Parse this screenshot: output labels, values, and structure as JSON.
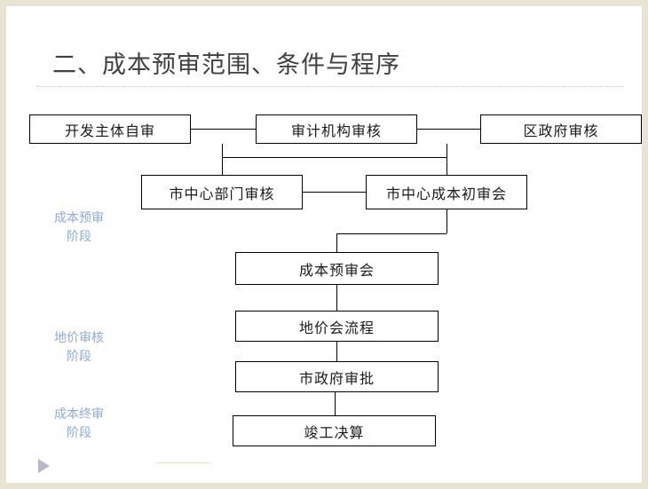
{
  "slide": {
    "title": "二、成本预审范围、条件与程序",
    "accent_color": "#8eaadb",
    "border_color": "#e8e4d4"
  },
  "stage_labels": [
    {
      "line1": "成本预审",
      "line2": "阶段"
    },
    {
      "line1": "地价审核",
      "line2": "阶段"
    },
    {
      "line1": "成本终审",
      "line2": "阶段"
    }
  ],
  "flow": {
    "row1": [
      {
        "label": "开发主体自审"
      },
      {
        "label": "审计机构审核"
      },
      {
        "label": "区政府审核"
      }
    ],
    "row2": [
      {
        "label": "市中心部门审核"
      },
      {
        "label": "市中心成本初审会"
      }
    ],
    "column": [
      {
        "label": "成本预审会"
      },
      {
        "label": "地价会流程"
      },
      {
        "label": "市政府审批"
      },
      {
        "label": "竣工决算"
      }
    ]
  }
}
